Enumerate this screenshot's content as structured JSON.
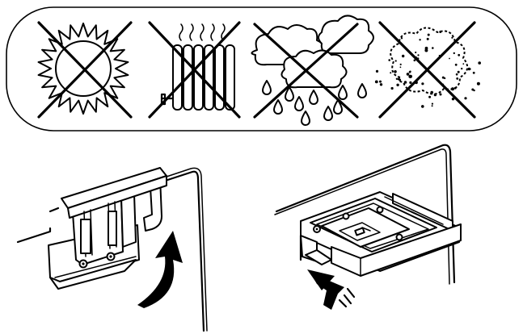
{
  "colors": {
    "ink": "#000000",
    "paper": "#ffffff"
  },
  "warning_panel": {
    "icons": [
      {
        "icon": "sun-icon",
        "meaning": "prohibited"
      },
      {
        "icon": "radiator-icon",
        "meaning": "prohibited"
      },
      {
        "icon": "rain-clouds-icon",
        "meaning": "prohibited"
      },
      {
        "icon": "dust-cloud-icon",
        "meaning": "prohibited"
      }
    ]
  },
  "illustrations": [
    {
      "icon": "bracket-mount-icon",
      "motion": "curved-arrow-icon"
    },
    {
      "icon": "bracket-slide-icon",
      "motion": "push-arrow-icon"
    }
  ]
}
